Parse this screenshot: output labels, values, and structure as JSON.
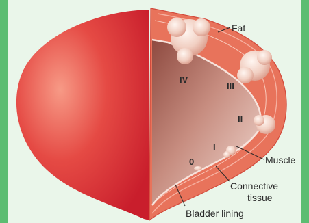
{
  "labels": {
    "fat": "Fat",
    "muscle": "Muscle",
    "connective_line1": "Connective",
    "connective_line2": "tissue",
    "bladder_lining": "Bladder lining"
  },
  "stages": [
    "0",
    "I",
    "II",
    "III",
    "IV"
  ],
  "colors": {
    "border": "#5cbd72",
    "background": "#eaf6ea",
    "bladder_outer": "#e0383a",
    "muscle_wall": "#e8735b",
    "interior": "#c98a7d",
    "tumor": "#f2d3c7"
  }
}
